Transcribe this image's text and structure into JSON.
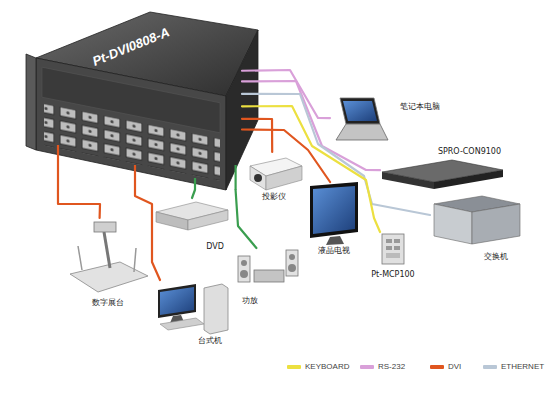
{
  "diagram": {
    "nodes": [
      {
        "text": [
          "Pt-DVI0808-A"
        ]
      },
      {
        "text": [
          "笔记本电脑"
        ]
      },
      {
        "text": [
          "SPRO-CON9100"
        ]
      },
      {
        "text": [
          "交换机"
        ]
      },
      {
        "text": [
          "投影仪"
        ]
      },
      {
        "text": [
          "DVD"
        ]
      },
      {
        "text": [
          "液晶电视"
        ]
      },
      {
        "text": [
          "Pt-MCP100"
        ]
      },
      {
        "text": [
          "功放"
        ]
      },
      {
        "text": [
          "数字展台"
        ]
      },
      {
        "text": [
          "台式机"
        ]
      }
    ],
    "edges": [
      {
        "from": 0,
        "to": 1,
        "arrow": "none"
      },
      {
        "from": 0,
        "to": 2,
        "arrow": "none"
      },
      {
        "from": 0,
        "to": 3,
        "arrow": "none"
      },
      {
        "from": 0,
        "to": 7,
        "arrow": "none"
      },
      {
        "from": 0,
        "to": 4,
        "arrow": "none"
      },
      {
        "from": 0,
        "to": 6,
        "arrow": "none"
      },
      {
        "from": 0,
        "to": 5,
        "arrow": "none"
      },
      {
        "from": 0,
        "to": 8,
        "arrow": "none"
      },
      {
        "from": 0,
        "to": 9,
        "arrow": "none"
      },
      {
        "from": 0,
        "to": 10,
        "arrow": "none"
      }
    ],
    "legend": [
      {
        "text": "KEYBOARD",
        "color": "#ece040"
      },
      {
        "text": "RS-232",
        "color": "#d9a0d9"
      },
      {
        "text": "DVI",
        "color": "#e0561f"
      },
      {
        "text": "ETHERNET",
        "color": "#b9c7d6"
      }
    ]
  }
}
